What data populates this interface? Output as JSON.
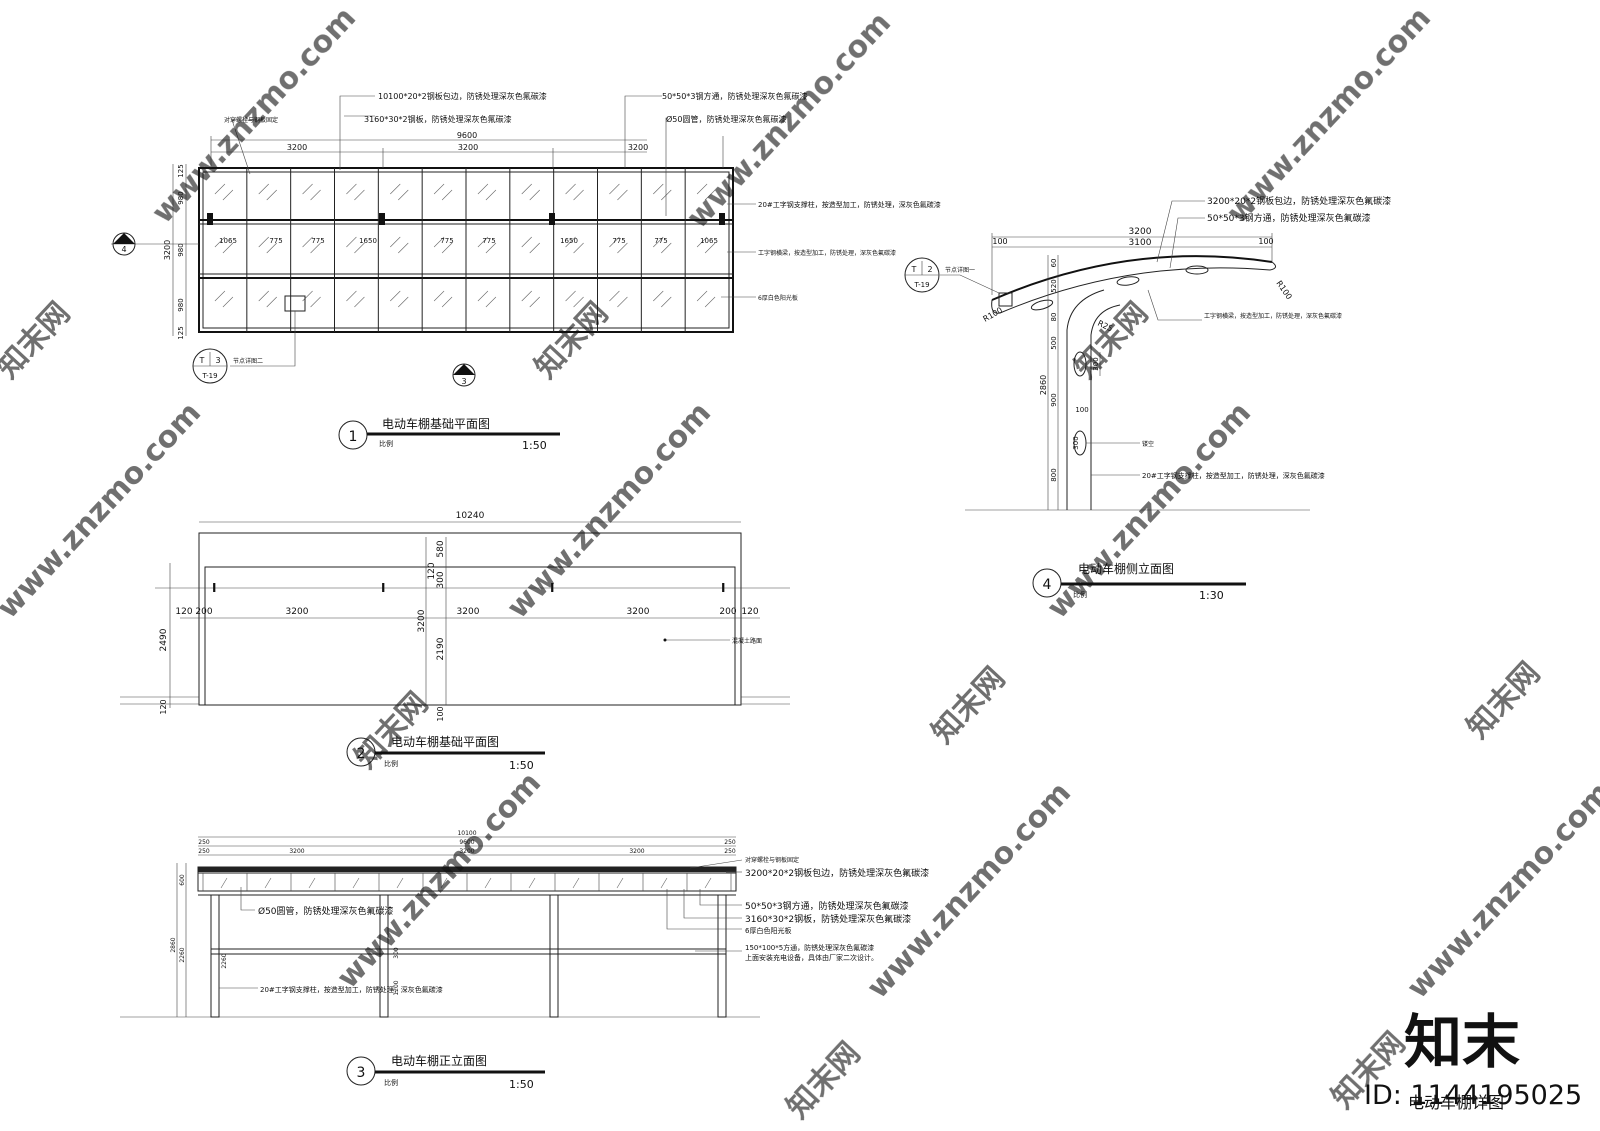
{
  "plan1": {
    "note_tl": "对穿螺栓与钢板固定",
    "note_a": "10100*20*2钢板包边，防锈处理深灰色氟碳漆",
    "note_b": "3160*30*2钢板，防锈处理深灰色氟碳漆",
    "note_c": "50*50*3钢方通，防锈处理深灰色氟碳漆",
    "note_d": "Ø50圆管，防锈处理深灰色氟碳漆",
    "note_e": "20#工字钢支撑柱，按造型加工，防锈处理，深灰色氟碳漆",
    "note_f": "工字钢横梁，按造型加工，防锈处理，深灰色氟碳漆",
    "note_g": "6厚白色阳光板",
    "dim_total": "9600",
    "dims_top": [
      "3200",
      "3200",
      "3200"
    ],
    "dim_side_total": "3200",
    "dims_side": [
      "125",
      "980",
      "980",
      "980",
      "125"
    ],
    "dims_inner": [
      "1065",
      "775",
      "775",
      "1650",
      "775",
      "775",
      "1650",
      "775",
      "775",
      "1065"
    ],
    "callout_section": "4",
    "callout_section_b": "3",
    "detail_ref_t": "T",
    "detail_ref_n": "3",
    "detail_ref_sheet": "T-19",
    "detail_label": "节点详图二",
    "title_num": "1",
    "title": "电动车棚基础平面图",
    "scale_label": "比例",
    "scale": "1:50"
  },
  "plan2": {
    "dim_total": "10240",
    "dims_row": [
      "120",
      "200",
      "3200",
      "3200",
      "3200",
      "200",
      "120"
    ],
    "dim_height": "2490",
    "dim_bottom": "120",
    "dim_v_a": "580",
    "dim_v_b": "120",
    "dim_v_c": "300",
    "dim_v_d": "3200",
    "dim_v_e": "2190",
    "dim_v_f": "100",
    "note": "混凝土路面",
    "title_num": "2",
    "title": "电动车棚基础平面图",
    "scale_label": "比例",
    "scale": "1:50"
  },
  "elev3": {
    "dim_total": "10100",
    "dim_mid": "9600",
    "dims_a": [
      "250",
      "250"
    ],
    "dims_b": [
      "250",
      "3200",
      "3200",
      "3200",
      "250"
    ],
    "dim_side_a": "600",
    "dim_side_b": "2860",
    "dim_side_c": "2260",
    "dim_mid_v": "300",
    "dim_low_v": "1200",
    "dim_low_v2": "2260",
    "note_a": "对穿螺栓与钢板固定",
    "note_b": "3200*20*2钢板包边，防锈处理深灰色氟碳漆",
    "note_c": "Ø50圆管，防锈处理深灰色氟碳漆",
    "note_d": "50*50*3钢方通，防锈处理深灰色氟碳漆",
    "note_e": "3160*30*2钢板，防锈处理深灰色氟碳漆",
    "note_f": "6厚白色阳光板",
    "note_g": "150*100*5方通，防锈处理深灰色氟碳漆",
    "note_g2": "上面安装充电设备，具体由厂家二次设计。",
    "note_h": "20#工字钢支撑柱，按造型加工，防锈处理，深灰色氟碳漆",
    "title_num": "3",
    "title": "电动车棚正立面图",
    "scale_label": "比例",
    "scale": "1:50"
  },
  "side4": {
    "note_a": "3200*20*2钢板包边，防锈处理深灰色氟碳漆",
    "note_b": "50*50*3钢方通，防锈处理深灰色氟碳漆",
    "note_c": "工字钢横梁，按造型加工，防锈处理，深灰色氟碳漆",
    "note_d": "镂空",
    "note_e": "20#工字钢支撑柱，按造型加工，防锈处理，深灰色氟碳漆",
    "dim_top": "3200",
    "dim_a": "100",
    "dim_b": "3100",
    "dim_c": "100",
    "dim_r1": "R100",
    "dim_r2": "R100",
    "dim_r3": "R25",
    "dims_v": [
      "60",
      "520",
      "80",
      "500",
      "900",
      "800"
    ],
    "dim_total_v": "2860",
    "dim_hole_a": "300",
    "dim_hole_b": "100",
    "dim_hole_c": "300",
    "detail_ref_t": "T",
    "detail_ref_n": "2",
    "detail_ref_sheet": "T-19",
    "detail_label": "节点详图一",
    "title_num": "4",
    "title": "电动车棚侧立面图",
    "scale_label": "比例",
    "scale": "1:30"
  },
  "watermark": {
    "site": "www.znzmo.com",
    "brand": "知末网",
    "logo": "知末",
    "id": "ID: 1144195025",
    "sheet_title": "电动车棚详图"
  }
}
